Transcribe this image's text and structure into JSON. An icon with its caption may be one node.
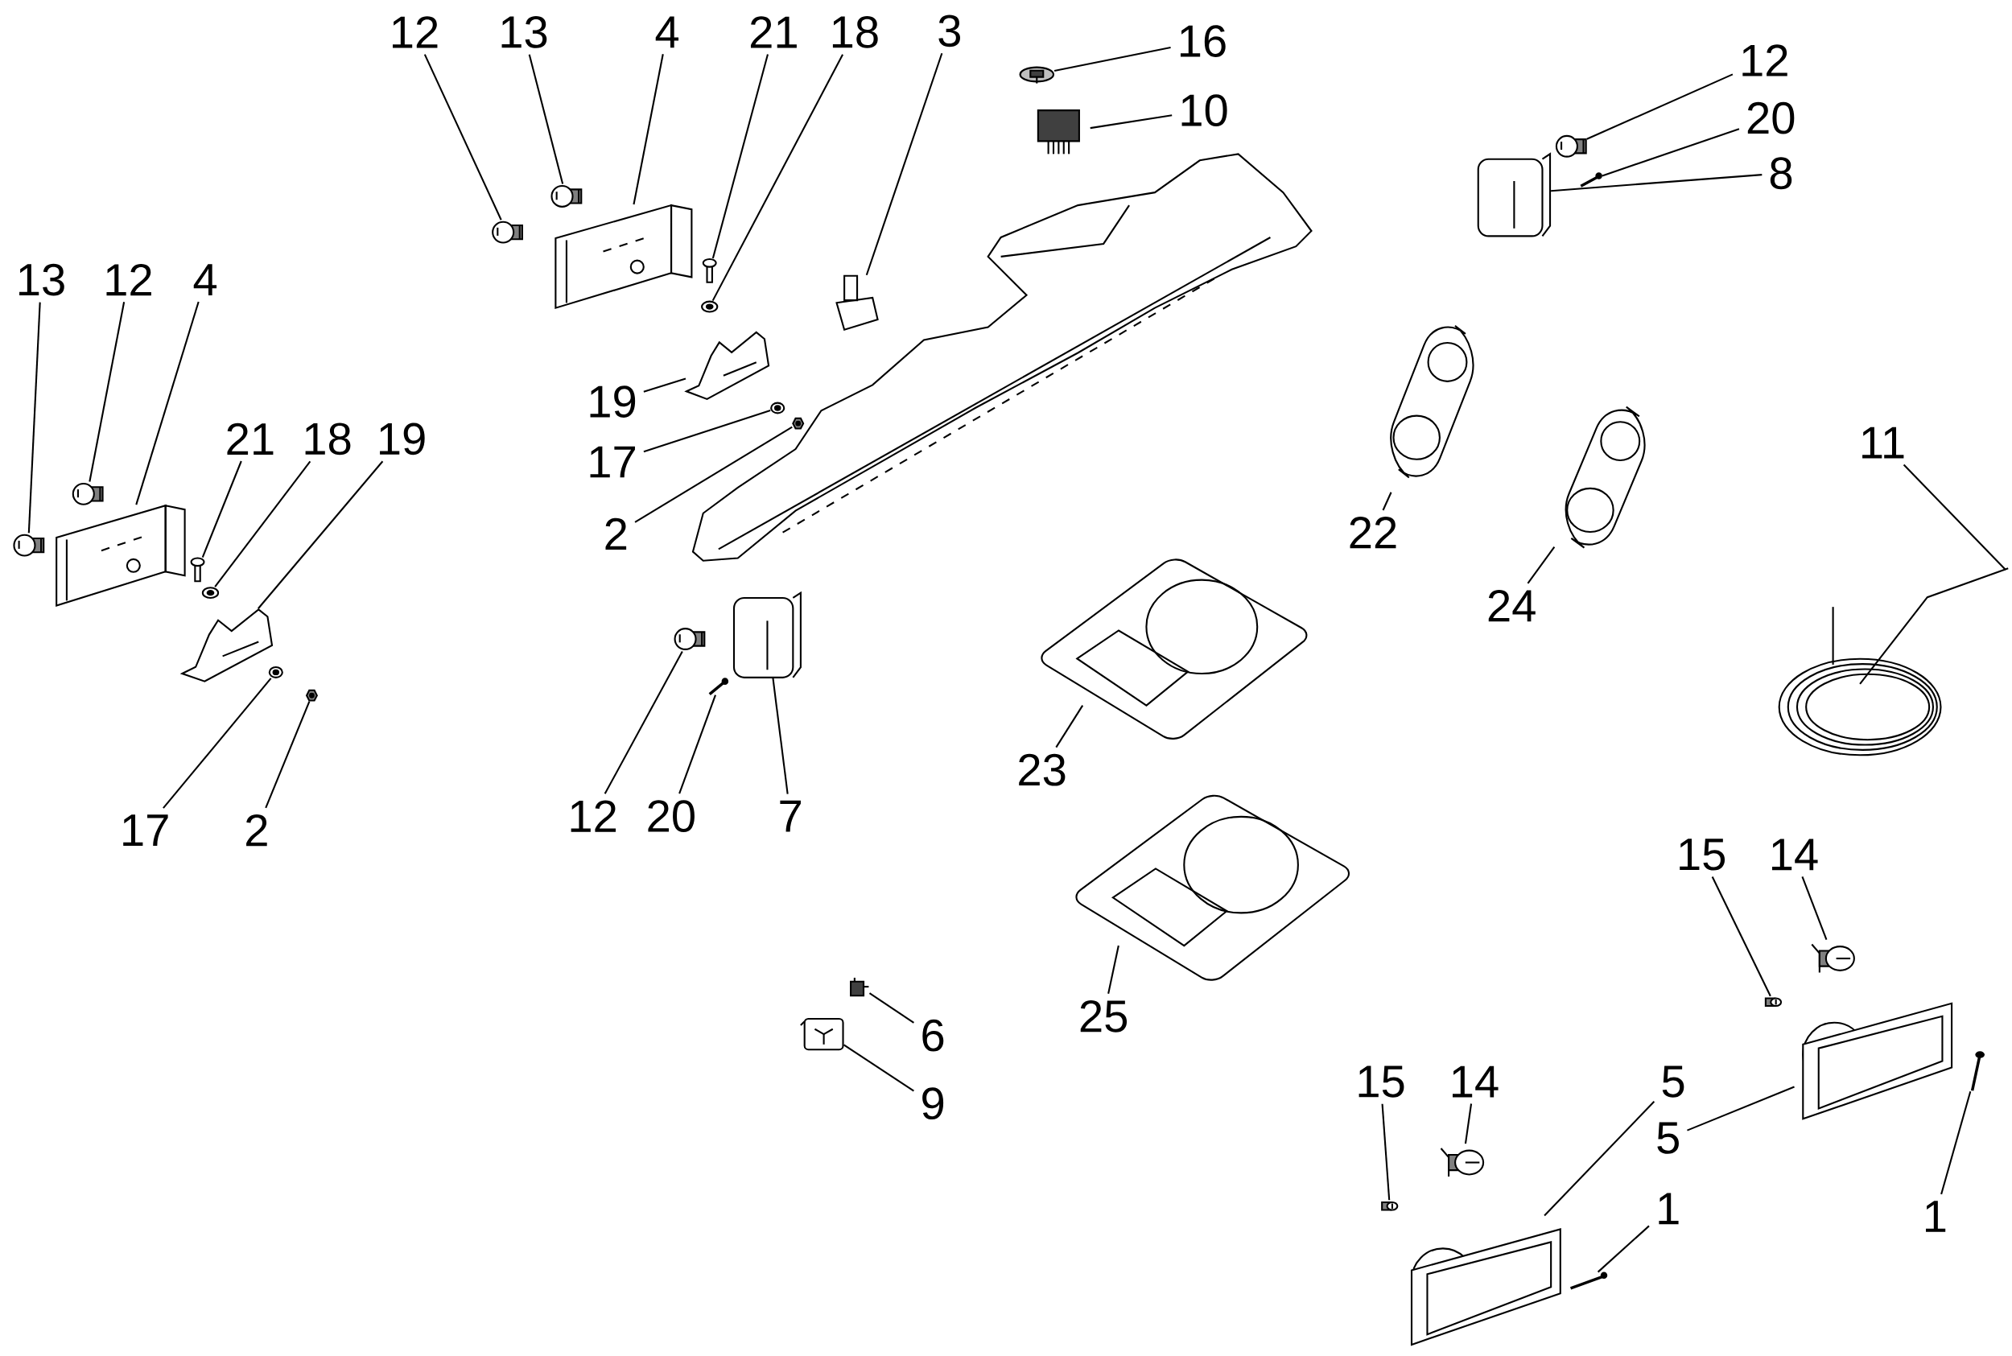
{
  "diagram": {
    "nodes": [
      {
        "text": [
          "12"
        ]
      },
      {
        "text": [],
        "shape": "picture"
      },
      {
        "text": [
          "13"
        ]
      },
      {
        "text": [],
        "shape": "picture"
      },
      {
        "text": [
          "4"
        ]
      },
      {
        "text": [],
        "shape": "picture"
      },
      {
        "text": [
          "21"
        ]
      },
      {
        "text": [],
        "shape": "picture"
      },
      {
        "text": [
          "18"
        ]
      },
      {
        "text": [],
        "shape": "picture"
      },
      {
        "text": [
          "3"
        ]
      },
      {
        "text": [],
        "shape": "picture"
      },
      {
        "text": [
          "16"
        ]
      },
      {
        "text": [],
        "shape": "picture"
      },
      {
        "text": [
          "10"
        ]
      },
      {
        "text": [],
        "shape": "picture"
      },
      {
        "text": [
          "12"
        ]
      },
      {
        "text": [],
        "shape": "picture"
      },
      {
        "text": [
          "20"
        ]
      },
      {
        "text": [],
        "shape": "picture"
      },
      {
        "text": [
          "8"
        ]
      },
      {
        "text": [],
        "shape": "picture"
      },
      {
        "text": [
          "13"
        ]
      },
      {
        "text": [],
        "shape": "picture"
      },
      {
        "text": [
          "12"
        ]
      },
      {
        "text": [],
        "shape": "picture"
      },
      {
        "text": [
          "4"
        ]
      },
      {
        "text": [],
        "shape": "picture"
      },
      {
        "text": [
          "19"
        ]
      },
      {
        "text": [],
        "shape": "picture"
      },
      {
        "text": [
          "17"
        ]
      },
      {
        "text": [],
        "shape": "picture"
      },
      {
        "text": [
          "2"
        ]
      },
      {
        "text": [],
        "shape": "picture"
      },
      {
        "text": [
          "21"
        ]
      },
      {
        "text": [],
        "shape": "picture"
      },
      {
        "text": [
          "18"
        ]
      },
      {
        "text": [],
        "shape": "picture"
      },
      {
        "text": [
          "19"
        ]
      },
      {
        "text": [],
        "shape": "picture"
      },
      {
        "text": [
          "11"
        ]
      },
      {
        "text": [],
        "shape": "picture"
      },
      {
        "text": [
          "22"
        ]
      },
      {
        "text": [],
        "shape": "picture"
      },
      {
        "text": [
          "24"
        ]
      },
      {
        "text": [],
        "shape": "picture"
      },
      {
        "text": [
          "23"
        ]
      },
      {
        "text": [],
        "shape": "picture"
      },
      {
        "text": [
          "12"
        ]
      },
      {
        "text": [],
        "shape": "picture"
      },
      {
        "text": [
          "20"
        ]
      },
      {
        "text": [],
        "shape": "picture"
      },
      {
        "text": [
          "7"
        ]
      },
      {
        "text": [],
        "shape": "picture"
      },
      {
        "text": [
          "17"
        ]
      },
      {
        "text": [],
        "shape": "picture"
      },
      {
        "text": [
          "2"
        ]
      },
      {
        "text": [],
        "shape": "picture"
      },
      {
        "text": [
          "15"
        ]
      },
      {
        "text": [],
        "shape": "picture"
      },
      {
        "text": [
          "14"
        ]
      },
      {
        "text": [],
        "shape": "picture"
      },
      {
        "text": [
          "25"
        ]
      },
      {
        "text": [],
        "shape": "picture"
      },
      {
        "text": [
          "6"
        ]
      },
      {
        "text": [],
        "shape": "picture"
      },
      {
        "text": [
          "9"
        ]
      },
      {
        "text": [],
        "shape": "picture"
      },
      {
        "text": [
          "15"
        ]
      },
      {
        "text": [],
        "shape": "picture"
      },
      {
        "text": [
          "14"
        ]
      },
      {
        "text": [],
        "shape": "picture"
      },
      {
        "text": [
          "5"
        ]
      },
      {
        "text": [],
        "shape": "picture"
      },
      {
        "text": [
          "5"
        ]
      },
      {
        "text": [],
        "shape": "picture"
      },
      {
        "text": [
          "1"
        ]
      },
      {
        "text": [],
        "shape": "picture"
      },
      {
        "text": [
          "1"
        ]
      },
      {
        "text": [],
        "shape": "picture"
      }
    ],
    "edges": [
      {
        "from": 0,
        "to": 1,
        "arrow": "none"
      },
      {
        "from": 2,
        "to": 3,
        "arrow": "none"
      },
      {
        "from": 4,
        "to": 5,
        "arrow": "none"
      },
      {
        "from": 6,
        "to": 7,
        "arrow": "none"
      },
      {
        "from": 8,
        "to": 9,
        "arrow": "none"
      },
      {
        "from": 10,
        "to": 11,
        "arrow": "none"
      },
      {
        "from": 12,
        "to": 13,
        "arrow": "none"
      },
      {
        "from": 14,
        "to": 15,
        "arrow": "none"
      },
      {
        "from": 16,
        "to": 17,
        "arrow": "none"
      },
      {
        "from": 18,
        "to": 19,
        "arrow": "none"
      },
      {
        "from": 20,
        "to": 21,
        "arrow": "none"
      },
      {
        "from": 22,
        "to": 23,
        "arrow": "none"
      },
      {
        "from": 24,
        "to": 25,
        "arrow": "none"
      },
      {
        "from": 26,
        "to": 27,
        "arrow": "none"
      },
      {
        "from": 28,
        "to": 29,
        "arrow": "none"
      },
      {
        "from": 30,
        "to": 31,
        "arrow": "none"
      },
      {
        "from": 32,
        "to": 33,
        "arrow": "none"
      },
      {
        "from": 34,
        "to": 35,
        "arrow": "none"
      },
      {
        "from": 36,
        "to": 37,
        "arrow": "none"
      },
      {
        "from": 38,
        "to": 39,
        "arrow": "none"
      },
      {
        "from": 40,
        "to": 41,
        "arrow": "none"
      },
      {
        "from": 42,
        "to": 43,
        "arrow": "none"
      },
      {
        "from": 44,
        "to": 45,
        "arrow": "none"
      },
      {
        "from": 46,
        "to": 47,
        "arrow": "none"
      },
      {
        "from": 48,
        "to": 49,
        "arrow": "none"
      },
      {
        "from": 50,
        "to": 51,
        "arrow": "none"
      },
      {
        "from": 52,
        "to": 53,
        "arrow": "none"
      },
      {
        "from": 54,
        "to": 55,
        "arrow": "none"
      },
      {
        "from": 56,
        "to": 57,
        "arrow": "none"
      },
      {
        "from": 58,
        "to": 59,
        "arrow": "none"
      },
      {
        "from": 60,
        "to": 61,
        "arrow": "none"
      },
      {
        "from": 62,
        "to": 63,
        "arrow": "none"
      },
      {
        "from": 64,
        "to": 65,
        "arrow": "none"
      },
      {
        "from": 66,
        "to": 67,
        "arrow": "none"
      },
      {
        "from": 68,
        "to": 69,
        "arrow": "none"
      },
      {
        "from": 70,
        "to": 71,
        "arrow": "none"
      },
      {
        "from": 72,
        "to": 73,
        "arrow": "none"
      },
      {
        "from": 74,
        "to": 75,
        "arrow": "none"
      },
      {
        "from": 76,
        "to": 77,
        "arrow": "none"
      },
      {
        "from": 78,
        "to": 79,
        "arrow": "none"
      }
    ]
  }
}
